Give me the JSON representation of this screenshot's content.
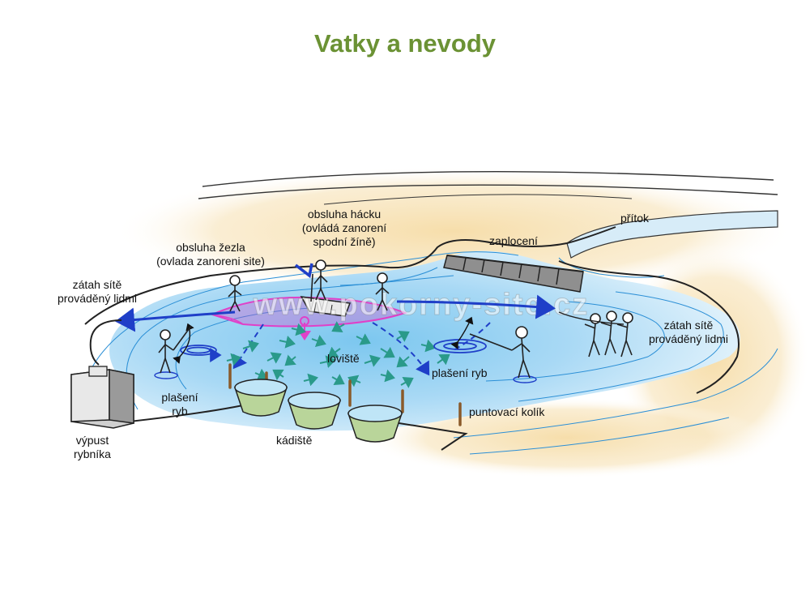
{
  "title": "Vatky a nevody",
  "labels": {
    "hook_operator": [
      "obsluha hácku",
      "(ovládá zanorení",
      "spodní žíně)"
    ],
    "scepter_operator": [
      "obsluha žezla",
      "(ovlada zanoreni site)"
    ],
    "inflow": "přítok",
    "fence": "zaplocení",
    "haul_left": [
      "zátah sítě",
      "prováděný lidmi"
    ],
    "haul_right": [
      "zátah sítě",
      "prováděný lidmi"
    ],
    "fishing_area": "loviště",
    "scaring_right": "plašení ryb",
    "scaring_left": [
      "plašení",
      "ryb"
    ],
    "stake": "puntovací kolík",
    "sorting_area": "kádiště",
    "outlet": [
      "výpust",
      "rybníka"
    ]
  },
  "watermark": "www.pokorny-site.cz",
  "colors": {
    "title": "#6b9234",
    "water": "#bfe2f7",
    "water_deep": "#7cc7ef",
    "sand": "#f6dca6",
    "net": "#e040c8",
    "arrow_dark": "#1f3fc8",
    "fish": "#2a9a8a",
    "tub": "#b9d59a"
  }
}
